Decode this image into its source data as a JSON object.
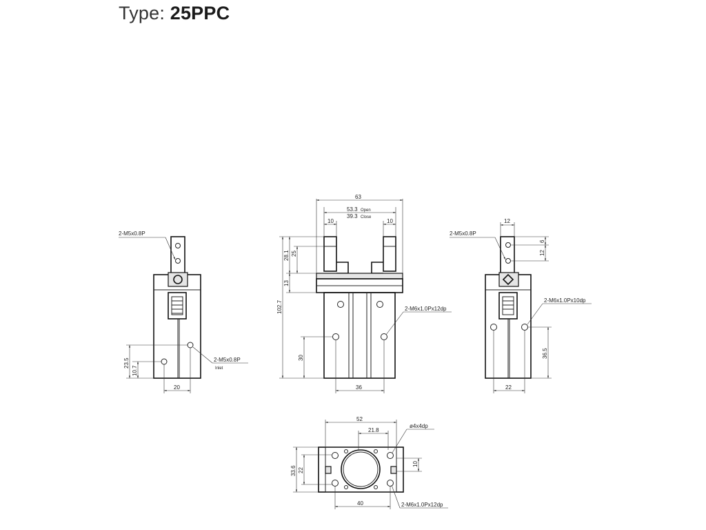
{
  "title": {
    "prefix": "Type:",
    "model": "25PPC"
  },
  "front_view": {
    "width": "63",
    "stroke_open": "53.3",
    "stroke_open_label": "Open",
    "stroke_close": "39.3",
    "stroke_close_label": "Close",
    "jaw_width_left": "10",
    "jaw_width_right": "10",
    "height_total": "102.7",
    "jaw_height": "28.1",
    "jaw_tip": "25",
    "body_step": "13",
    "hole_height": "30",
    "hole_spacing": "36",
    "thread_callout": "2-M6x1.0Px12dp"
  },
  "left_view": {
    "port_callout_top": "2-M5x0.8P",
    "inlet_height": "23.5",
    "inlet_low": "10.7",
    "base_width": "20",
    "inlet_callout": "2-M5x0.8P",
    "inlet_label": "Inlet"
  },
  "right_view": {
    "jaw_width": "12",
    "port_callout": "2-M5x0.8P",
    "dim_6": "6",
    "dim_12": "12",
    "thread_callout": "2-M6x1.0Px10dp",
    "hole_height": "36.5",
    "base_width": "22"
  },
  "bottom_view": {
    "width": "52",
    "bore": "21.8",
    "pin_callout": "ø4x4dp",
    "height": "33.6",
    "inner_height": "22",
    "pin_dim": "10",
    "hole_spacing": "40",
    "thread_callout": "2-M6x1.0Px12dp"
  }
}
